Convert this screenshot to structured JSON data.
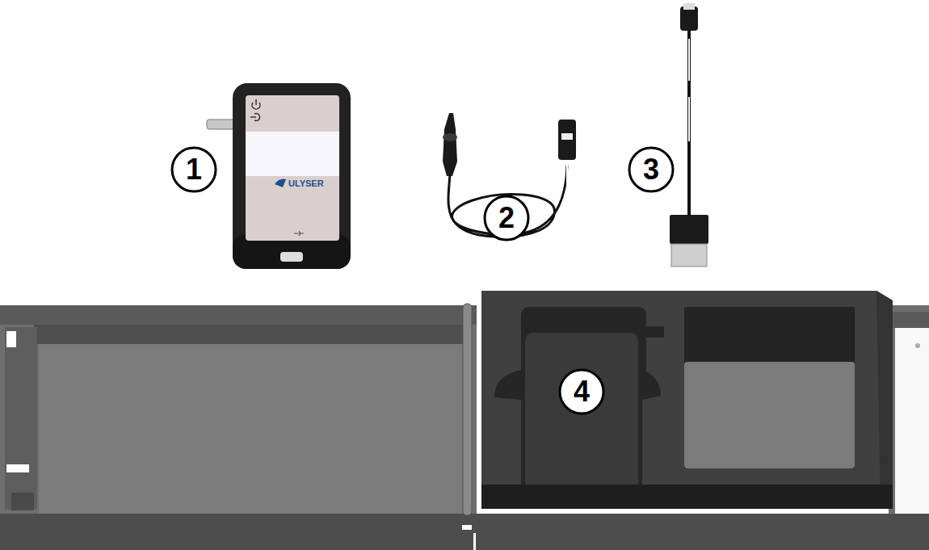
{
  "diagram": {
    "labels": [
      "1",
      "ULYSER",
      "2",
      "3",
      "4"
    ]
  }
}
